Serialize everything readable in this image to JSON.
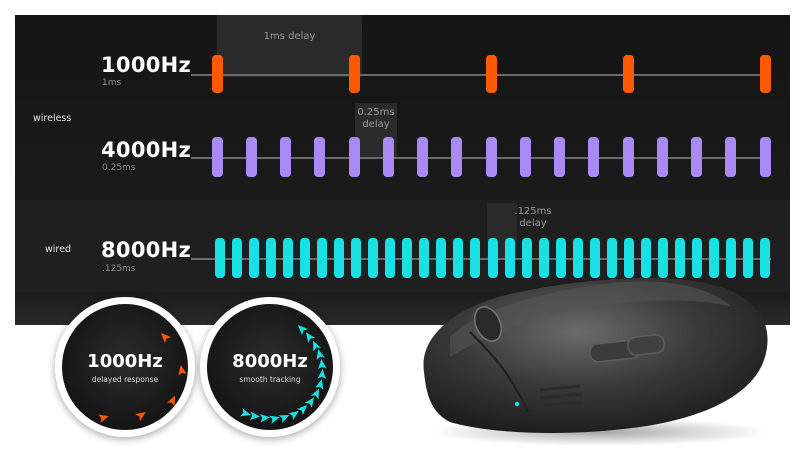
{
  "rows": [
    {
      "id": "1000",
      "label": "1000Hz",
      "sub": "1ms",
      "mode": "",
      "color": "#ff5a00",
      "count": 5
    },
    {
      "id": "4000",
      "label": "4000Hz",
      "sub": "0.25ms",
      "mode": "",
      "color": "#a98af5",
      "count": 17
    },
    {
      "id": "8000",
      "label": "8000Hz",
      "sub": ".125ms",
      "mode": "",
      "color": "#19e1e3",
      "count": 33
    }
  ],
  "modes": {
    "wireless": "wireless",
    "wired": "wired"
  },
  "delays": {
    "d1000": "1ms delay",
    "d4000_a": "0.25ms",
    "d4000_b": "delay",
    "d8000_a": ".125ms",
    "d8000_b": "delay"
  },
  "circles": {
    "left": {
      "title": "1000Hz",
      "subtitle": "delayed response",
      "color": "#ff5a00"
    },
    "right": {
      "title": "8000Hz",
      "subtitle": "smooth tracking",
      "color": "#19e1e3"
    }
  }
}
